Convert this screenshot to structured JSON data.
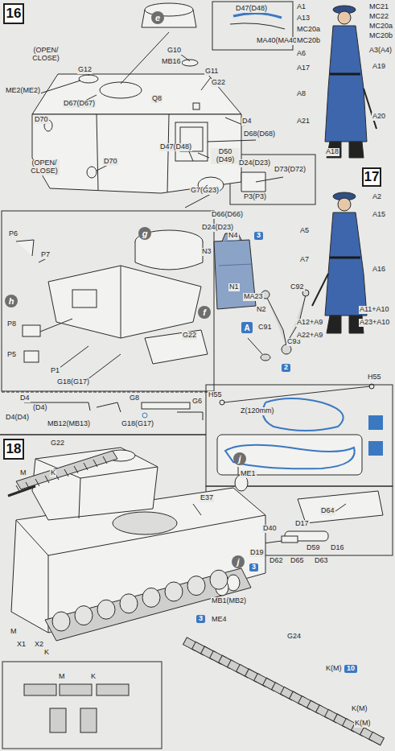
{
  "diagram": {
    "nodes": [
      {
        "text": [
          "16"
        ]
      },
      {
        "text": [
          "e"
        ]
      },
      {
        "text": [
          "A"
        ]
      },
      {
        "text": [
          "17"
        ]
      },
      {
        "text": [
          "g"
        ]
      },
      {
        "text": [
          "h"
        ]
      },
      {
        "text": [
          "f"
        ]
      },
      {
        "text": [
          "18"
        ]
      },
      {
        "text": [
          "j"
        ]
      },
      {
        "text": [
          "j"
        ]
      }
    ],
    "labels": [
      "(OPEN/ CLOSE)",
      "G10",
      "MB16",
      "G12",
      "ME2(ME2)",
      "D67(D67)",
      "D70",
      "Q8",
      "G11",
      "G22",
      "D4",
      "D68(D68)",
      "D47(D48)",
      "D50 (D49)",
      "G7(G23)",
      "D70",
      "(OPEN/ CLOSE)",
      "D47(D48)",
      "MA40(MA40)",
      "D24(D23)",
      "D73(D72)",
      "P3(P3)",
      "D66(D66)",
      "D24(D23)",
      "N4",
      "3",
      "N3",
      "N1",
      "MA23",
      "N2",
      "C92",
      "C91",
      "C93",
      "2",
      "A1",
      "MC21",
      "A13",
      "MC22",
      "MC20a",
      "MC20a",
      "MC20b",
      "MC20b",
      "A6",
      "A3(A4)",
      "A17",
      "A19",
      "A8",
      "A21",
      "A20",
      "A18",
      "A2",
      "A15",
      "A5",
      "A7",
      "A16",
      "A11+A10",
      "A12+A9",
      "A23+A10",
      "A22+A9",
      "P6",
      "P7",
      "P8",
      "P5",
      "P1",
      "G22",
      "G18(G17)",
      "D4",
      "(D4)",
      "D4(D4)",
      "MB12(MB13)",
      "G8",
      "G18(G17)",
      "G6",
      "H55",
      "H55",
      "Z(120mm)",
      "D64",
      "D40",
      "D17",
      "D59",
      "D16",
      "D19",
      "D62",
      "D65",
      "D63",
      "G22",
      "M",
      "K",
      "ME1",
      "E37",
      "3",
      "MB1(MB2)",
      "3",
      "ME4",
      "M",
      "X1",
      "X2",
      "K",
      "M",
      "K",
      "G24",
      "K(M)",
      "10",
      "K(M)",
      "K(M)"
    ]
  }
}
